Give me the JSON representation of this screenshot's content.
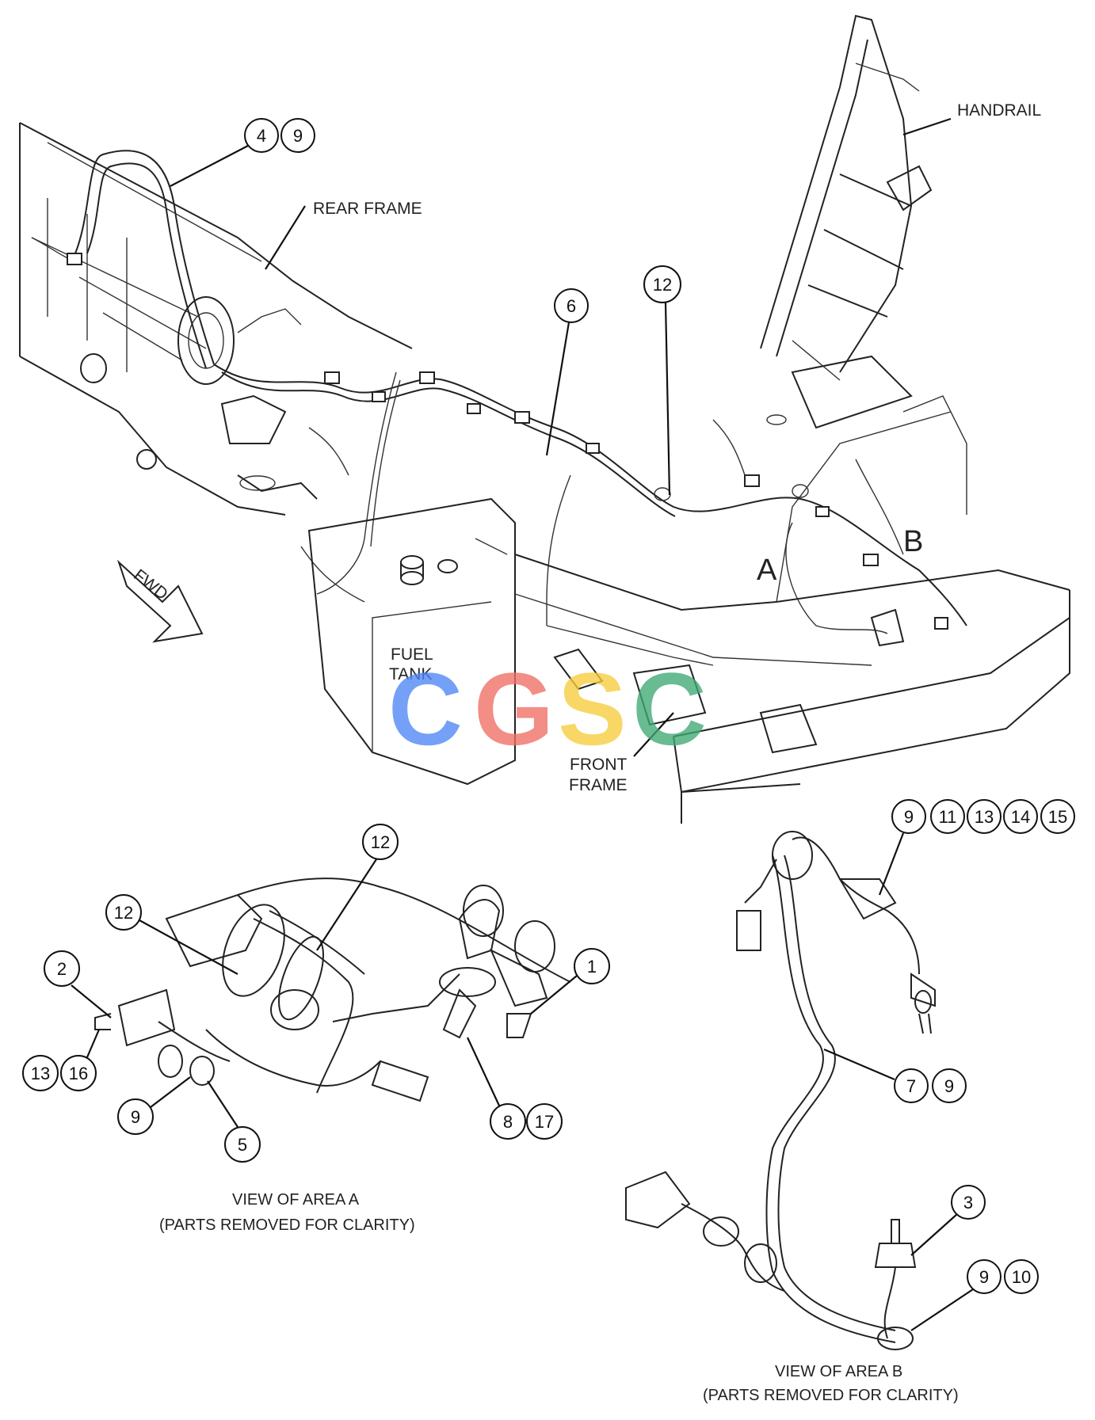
{
  "labels": {
    "handrail": "HANDRAIL",
    "rear_frame": "REAR FRAME",
    "fuel_tank_line1": "FUEL",
    "fuel_tank_line2": "TANK",
    "front_frame_line1": "FRONT",
    "front_frame_line2": "FRAME",
    "fwd": "FWD",
    "area_a_letter": "A",
    "area_b_letter": "B"
  },
  "captions": {
    "area_a_line1": "VIEW OF AREA A",
    "area_a_line2": "(PARTS REMOVED FOR CLARITY)",
    "area_b_line1": "VIEW OF AREA B",
    "area_b_line2": "(PARTS REMOVED FOR CLARITY)"
  },
  "watermark": {
    "letters": [
      "C",
      "G",
      "S",
      "C"
    ],
    "colors": [
      "#4f86f7",
      "#ef6f64",
      "#f7cd3c",
      "#3fa873"
    ]
  },
  "callouts": {
    "top_4": "4",
    "top_9": "9",
    "top_6": "6",
    "top_12": "12",
    "a_12_top": "12",
    "a_12_left": "12",
    "a_2": "2",
    "a_13": "13",
    "a_16": "16",
    "a_9": "9",
    "a_5": "5",
    "a_1": "1",
    "a_8": "8",
    "a_17": "17",
    "b_9": "9",
    "b_11": "11",
    "b_13": "13",
    "b_14": "14",
    "b_15": "15",
    "b_7": "7",
    "b_9_mid": "9",
    "b_3": "3",
    "b_9_low": "9",
    "b_10": "10"
  }
}
